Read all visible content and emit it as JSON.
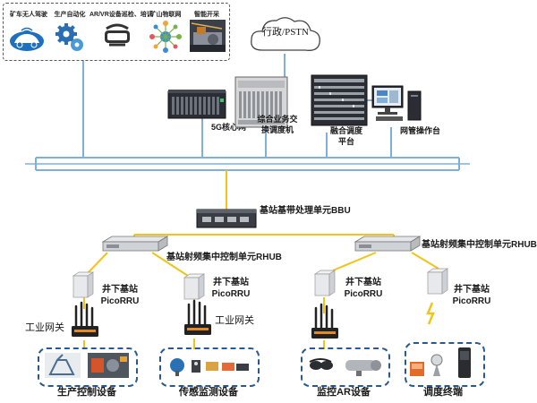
{
  "applications": [
    {
      "label": "矿车无人驾驶",
      "icon": "car-icon"
    },
    {
      "label": "生产自动化",
      "icon": "gears-icon"
    },
    {
      "label": "AR/VR设备巡检、培训",
      "icon": "vr-headset-icon"
    },
    {
      "label": "矿山物联网",
      "icon": "network-icon"
    },
    {
      "label": "智能开采",
      "icon": "mining-machine-icon"
    }
  ],
  "cloud": {
    "label": "行政/PSTN"
  },
  "core": {
    "core_network": "5G核心网",
    "switch_line1": "综合业务交",
    "switch_line2": "换调度机",
    "dispatch_line1": "融合调度",
    "dispatch_line2": "平台",
    "nms": "网管操作台"
  },
  "bbu": {
    "label_prefix": "基站基带处理单元",
    "label_suffix": "BBU"
  },
  "rhub": {
    "label_prefix": "基站射频集中控制单元",
    "label_suffix": "RHUB"
  },
  "rru": {
    "line1": "井下基站",
    "line2": "PicoRRU"
  },
  "gateway": {
    "label": "工业网关"
  },
  "groups": {
    "production": "生产控制设备",
    "sensing": "传感监测设备",
    "monitor_prefix": "监控",
    "monitor_mid": "AR",
    "monitor_suffix": "设备",
    "terminal": "调度终端"
  },
  "colors": {
    "blue_line": "#7fb0dc",
    "yellow_line": "#f0c419",
    "dash_border": "#2a5a8c",
    "equipment": "#d9d9d9"
  }
}
